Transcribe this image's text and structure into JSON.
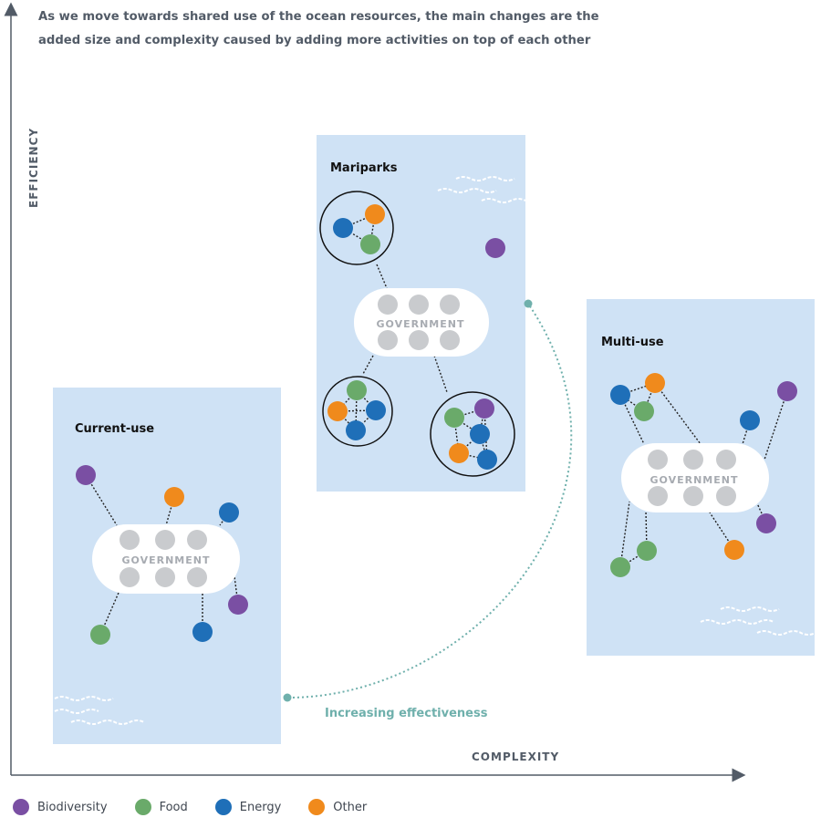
{
  "caption": "As we move towards shared use of the ocean resources, the main changes are the added size and complexity caused by adding more activities on top of each other",
  "axes": {
    "y_label": "EFFICIENCY",
    "x_label": "COMPLEXITY"
  },
  "arrow_label": "Increasing effectiveness",
  "government_label": "GOVERNMENT",
  "colors": {
    "biodiversity": "#7a4fa3",
    "food": "#6aaa6a",
    "energy": "#1f6fb8",
    "other": "#f08a1c",
    "panel": "#cfe2f5",
    "gov_box": "#ffffff",
    "gov_dot": "#c9cbce",
    "teal": "#6fb0ac"
  },
  "panels": {
    "current": {
      "title": "Current-use"
    },
    "mariparks": {
      "title": "Mariparks"
    },
    "multi": {
      "title": "Multi-use"
    }
  },
  "legend": [
    {
      "label": "Biodiversity",
      "color": "#7a4fa3"
    },
    {
      "label": "Food",
      "color": "#6aaa6a"
    },
    {
      "label": "Energy",
      "color": "#1f6fb8"
    },
    {
      "label": "Other",
      "color": "#f08a1c"
    }
  ]
}
